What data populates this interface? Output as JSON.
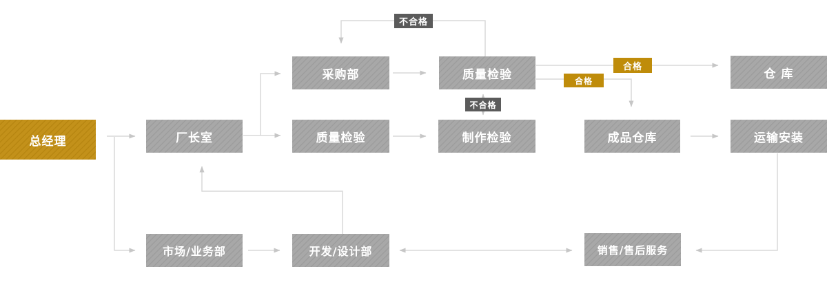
{
  "diagram": {
    "type": "flowchart",
    "language": "zh-CN",
    "colors": {
      "start_node_gold": "#c3911a",
      "node_gray": "#a8a8a8",
      "badge_dark": "#5b5b5b",
      "badge_gold": "#bf8c0a",
      "connector_line": "#d9d9d9",
      "arrowhead": "#c6c6c6",
      "node_text": "#ffffff",
      "background": "#ffffff"
    },
    "nodes": [
      {
        "id": "general-manager",
        "label": "总经理",
        "style": "gold"
      },
      {
        "id": "factory-director-office",
        "label": "厂长室",
        "style": "gray"
      },
      {
        "id": "purchasing-dept",
        "label": "采购部",
        "style": "gray"
      },
      {
        "id": "quality-inspection-top",
        "label": "质量检验",
        "style": "gray"
      },
      {
        "id": "warehouse",
        "label": "仓 库",
        "style": "gray"
      },
      {
        "id": "quality-inspection-mid",
        "label": "质量检验",
        "style": "gray"
      },
      {
        "id": "production-inspection",
        "label": "制作检验",
        "style": "gray"
      },
      {
        "id": "finished-goods-warehouse",
        "label": "成品仓库",
        "style": "gray"
      },
      {
        "id": "transport-installation",
        "label": "运输安装",
        "style": "gray"
      },
      {
        "id": "market-business-dept",
        "label": "市场/业务部",
        "style": "gray"
      },
      {
        "id": "development-design-dept",
        "label": "开发/设计部",
        "style": "gray"
      },
      {
        "id": "sales-after-sales",
        "label": "销售/售后服务",
        "style": "gray"
      }
    ],
    "badges": [
      {
        "id": "rework-top",
        "label": "不合格",
        "style": "dark"
      },
      {
        "id": "rework-mid",
        "label": "不合格",
        "style": "dark"
      },
      {
        "id": "pass-warehouse",
        "label": "合格",
        "style": "gold"
      },
      {
        "id": "pass-finished",
        "label": "合格",
        "style": "gold"
      }
    ],
    "edges": [
      {
        "from": "general-manager",
        "to": "factory-director-office",
        "label": "",
        "bidirectional": false
      },
      {
        "from": "general-manager",
        "to": "market-business-dept",
        "label": "",
        "bidirectional": false
      },
      {
        "from": "factory-director-office",
        "to": "purchasing-dept",
        "label": "",
        "bidirectional": false
      },
      {
        "from": "factory-director-office",
        "to": "quality-inspection-mid",
        "label": "",
        "bidirectional": false
      },
      {
        "from": "purchasing-dept",
        "to": "quality-inspection-top",
        "label": "",
        "bidirectional": false
      },
      {
        "from": "quality-inspection-top",
        "to": "purchasing-dept",
        "label": "不合格",
        "bidirectional": false
      },
      {
        "from": "quality-inspection-mid",
        "to": "production-inspection",
        "label": "",
        "bidirectional": false
      },
      {
        "from": "production-inspection",
        "to": "quality-inspection-top",
        "label": "不合格",
        "bidirectional": true
      },
      {
        "from": "quality-inspection-top",
        "to": "warehouse",
        "label": "合格",
        "bidirectional": false
      },
      {
        "from": "quality-inspection-top",
        "to": "finished-goods-warehouse",
        "label": "合格",
        "bidirectional": false
      },
      {
        "from": "finished-goods-warehouse",
        "to": "transport-installation",
        "label": "",
        "bidirectional": false
      },
      {
        "from": "transport-installation",
        "to": "sales-after-sales",
        "label": "",
        "bidirectional": false
      },
      {
        "from": "sales-after-sales",
        "to": "development-design-dept",
        "label": "",
        "bidirectional": true
      },
      {
        "from": "market-business-dept",
        "to": "development-design-dept",
        "label": "",
        "bidirectional": false
      },
      {
        "from": "development-design-dept",
        "to": "factory-director-office",
        "label": "",
        "bidirectional": false
      }
    ]
  }
}
